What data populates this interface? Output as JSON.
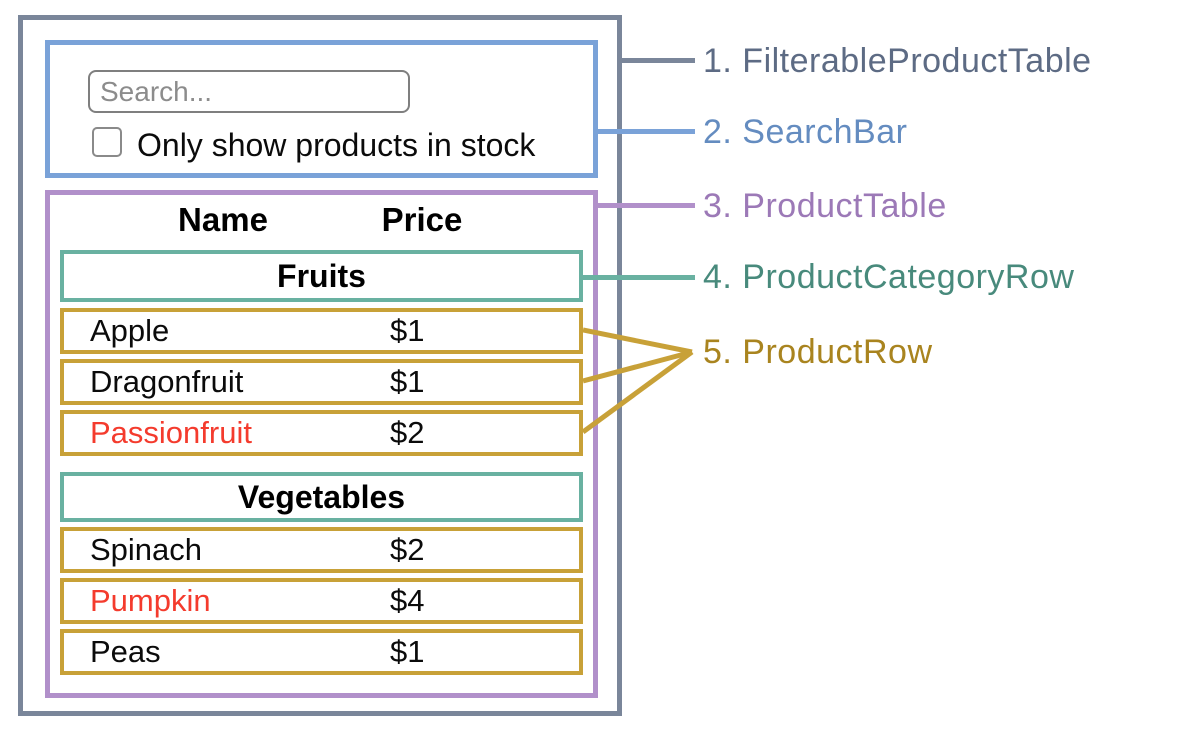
{
  "colors": {
    "filterable_product_table_border": "#7a869a",
    "filterable_product_table_text": "#5d6b84",
    "search_bar_border": "#7aa2d8",
    "search_bar_text": "#648cc0",
    "product_table_border": "#b190ca",
    "product_table_text": "#9c79b7",
    "product_category_row_border": "#69b1a1",
    "product_category_row_text": "#488a7c",
    "product_row_border": "#c8a138",
    "product_row_text": "#a9841f",
    "out_of_stock_text": "#f43b2d",
    "in_stock_text": "#0b0b0b"
  },
  "search_bar": {
    "input_placeholder": "Search...",
    "input_value": "",
    "checkbox_label": "Only show products in stock",
    "checkbox_checked": false
  },
  "product_table": {
    "headers": {
      "name": "Name",
      "price": "Price"
    },
    "sections": [
      {
        "category": "Fruits",
        "products": [
          {
            "name": "Apple",
            "price": "$1"
          },
          {
            "name": "Dragonfruit",
            "price": "$1"
          },
          {
            "name": "Passionfruit",
            "price": "$2"
          }
        ]
      },
      {
        "category": "Vegetables",
        "products": [
          {
            "name": "Spinach",
            "price": "$2"
          },
          {
            "name": "Pumpkin",
            "price": "$4"
          },
          {
            "name": "Peas",
            "price": "$1"
          }
        ]
      }
    ]
  },
  "legend": {
    "items": [
      {
        "label": "1. FilterableProductTable"
      },
      {
        "label": "2. SearchBar"
      },
      {
        "label": "3. ProductTable"
      },
      {
        "label": "4. ProductCategoryRow"
      },
      {
        "label": "5. ProductRow"
      }
    ]
  }
}
